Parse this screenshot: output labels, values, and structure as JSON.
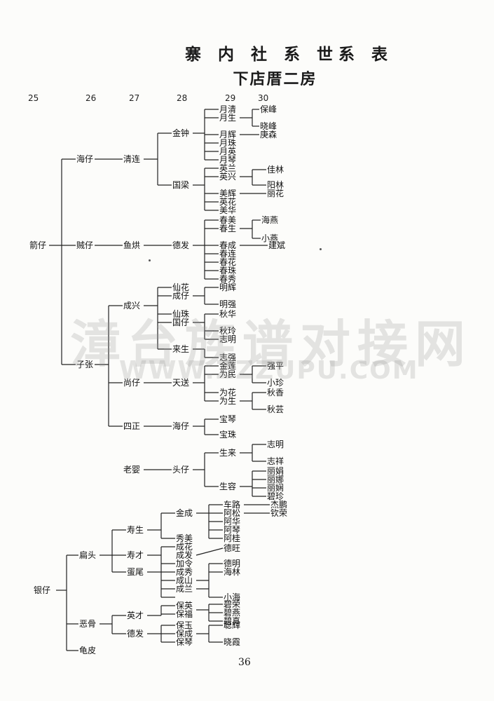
{
  "title": "寨 内 社 系 世系 表",
  "subtitle": "下店厝二房",
  "generations": [
    "25",
    "26",
    "27",
    "28",
    "29",
    "30"
  ],
  "page_number": "36",
  "watermark": {
    "cn": "漳台族谱对接网",
    "en": "WWW.ZZZUPU.COM"
  },
  "names": {
    "b1_25": "箭仔",
    "b1_26a": "海仔",
    "b1_27a": "清连",
    "b1_28a": "金钟",
    "b1_28b": "国梁",
    "b1_29_1": "月清",
    "b1_29_2": "月生",
    "b1_30_1": "保峰",
    "b1_30_2": "晓峰",
    "b1_29_3": "月辉",
    "b1_30_3": "庚森",
    "b1_29_4": "月珠",
    "b1_29_5": "月英",
    "b1_29_6": "月琴",
    "b1_29_7": "英兰",
    "b1_29_8": "英兴",
    "b1_30_4": "佳林",
    "b1_30_5": "阳林",
    "b1_30_6": "丽花",
    "b1_29_9": "美辉",
    "b1_29_10": "英花",
    "b1_29_11": "美华",
    "b1_26b": "贼仔",
    "b1_27b": "鱼烘",
    "b1_28c": "德发",
    "b1_29_12": "春美",
    "b1_29_13": "春生",
    "b1_30_7": "海燕",
    "b1_30_8": "小燕",
    "b1_29_14": "春成",
    "b1_30_9": "建斌",
    "b1_29_15": "春连",
    "b1_29_16": "春花",
    "b1_29_17": "春珠",
    "b1_29_18": "春秀",
    "b1_26c": "子张",
    "b1_27c": "成兴",
    "b1_28d": "仙花",
    "b1_28e": "成仔",
    "b1_29_19": "明辉",
    "b1_29_20": "明强",
    "b1_28f": "仙珠",
    "b1_28g": "国仔",
    "b1_29_21": "秋华",
    "b1_29_22": "秋玲",
    "b1_29_23": "志明",
    "b1_28h": "来生",
    "b1_29_24": "志强",
    "b1_27d": "尚仔",
    "b1_28i": "天送",
    "b1_29_25": "金莲",
    "b1_29_26": "为民",
    "b1_30_10": "强平",
    "b1_30_11": "小珍",
    "b1_29_27": "为花",
    "b1_29_28": "为生",
    "b1_30_12": "秋香",
    "b1_30_13": "秋芸",
    "b1_27e": "四正",
    "b1_28j": "海仔",
    "b1_29_29": "宝琴",
    "b1_29_30": "宝珠",
    "b2_27": "老婴",
    "b2_28": "头仔",
    "b2_29_1": "生来",
    "b2_30_1": "志明",
    "b2_30_2": "志祥",
    "b2_29_2": "生容",
    "b2_30_3": "丽娟",
    "b2_30_4": "丽娜",
    "b2_30_5": "丽娴",
    "b2_30_6": "碧珍",
    "b3_25": "银仔",
    "b3_26a": "扁头",
    "b3_27a": "寿生",
    "b3_28a": "金成",
    "b3_29_1": "车路",
    "b3_29_2": "阿松",
    "b3_30_1": "杰鹏",
    "b3_30_2": "钦荣",
    "b3_29_3": "阿华",
    "b3_29_4": "阿琴",
    "b3_29_5": "阿桂",
    "b3_28b": "秀美",
    "b3_27b": "寿才",
    "b3_28c": "成花",
    "b3_28d": "成发",
    "b3_29_6": "德旺",
    "b3_27c": "蛋尾",
    "b3_28e": "加令",
    "b3_28f": "成秀",
    "b3_28g": "成山",
    "b3_28h": "成兰",
    "b3_29_7": "德明",
    "b3_29_8": "海林",
    "b3_29_9": "小海",
    "b3_26b": "恶骨",
    "b3_27d": "英才",
    "b3_28i": "保英",
    "b3_28j": "保福",
    "b3_29_10": "碧荣",
    "b3_29_11": "碧燕",
    "b3_29_12": "碧真",
    "b3_27e": "德发",
    "b3_28k": "保玉",
    "b3_28l": "保成",
    "b3_28m": "保琴",
    "b3_29_13": "聪辉",
    "b3_29_14": "晓霞",
    "b3_26c": "龟皮"
  }
}
